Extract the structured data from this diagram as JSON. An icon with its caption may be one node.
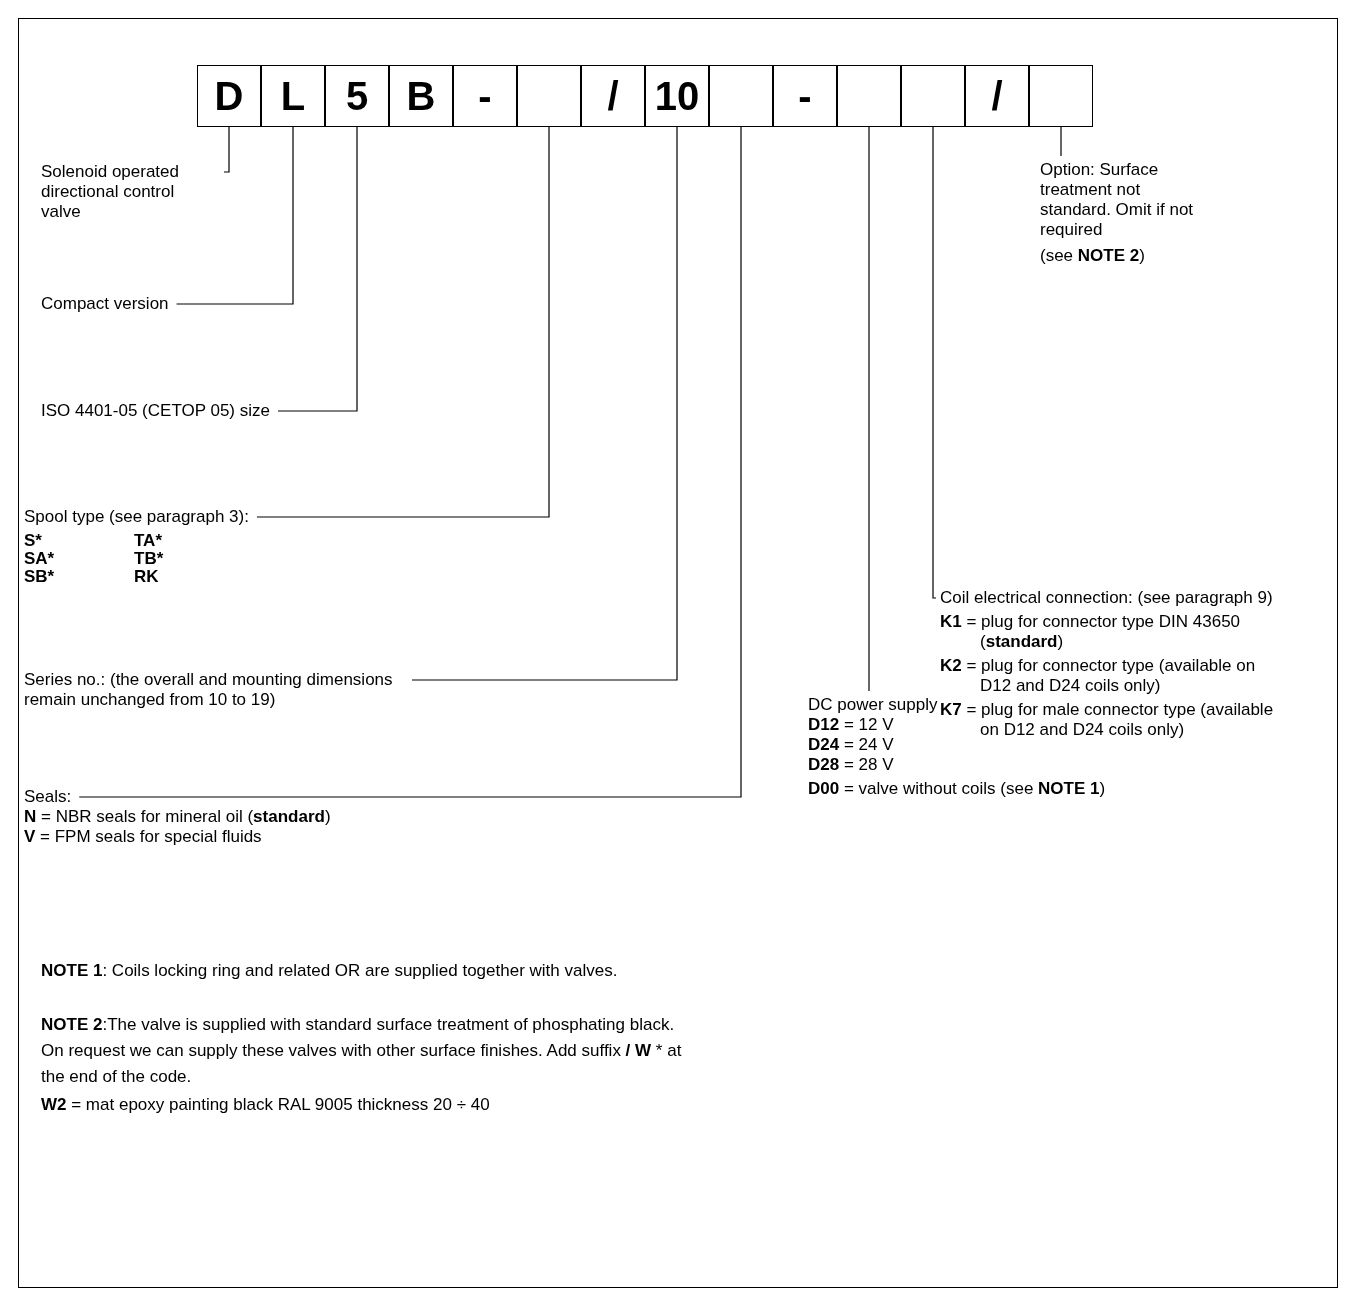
{
  "diagram": {
    "nodes": [
      {
        "text": [
          "D"
        ]
      },
      {
        "text": [
          "L"
        ]
      },
      {
        "text": [
          "5"
        ]
      },
      {
        "text": [
          "B"
        ]
      },
      {
        "text": [
          "-"
        ]
      },
      {
        "text": [],
        "shape": "box"
      },
      {
        "text": [
          "/"
        ]
      },
      {
        "text": [
          "10"
        ]
      },
      {
        "text": [],
        "shape": "box"
      },
      {
        "text": [
          "-"
        ]
      },
      {
        "text": [],
        "shape": "box"
      },
      {
        "text": [],
        "shape": "box"
      },
      {
        "text": [
          "/"
        ]
      },
      {
        "text": [],
        "shape": "box"
      },
      {
        "text": [
          "Solenoid operated directional control valve"
        ]
      },
      {
        "text": [
          "Compact version"
        ]
      },
      {
        "text": [
          "ISO 4401-05 (CETOP 05) size"
        ]
      },
      {
        "text": [
          "Spool type (see paragraph 3):",
          "S*",
          "SA*",
          "SB*",
          "TA*",
          "TB*",
          "RK"
        ]
      },
      {
        "text": [
          "Series no.: (the overall and mounting dimensions remain unchanged from 10 to 19)"
        ]
      },
      {
        "text": [
          "Seals:",
          "**N** = NBR seals for mineral oil (**standard**)",
          "**V** = FPM seals for special fluids"
        ]
      },
      {
        "text": [
          "DC power supply",
          "**D12** = 12 V",
          "**D24** = 24 V",
          "**D28** = 28 V",
          "**D00** = valve without coils (see **NOTE 1**)"
        ]
      },
      {
        "text": [
          "Coil electrical connection: (see paragraph 9)",
          "**K1** = plug for connector type DIN 43650 (**standard**)",
          "**K2** = plug for connector type (available on D12 and D24 coils only)",
          "**K7** = plug for male connector type (available on D12 and D24 coils only)"
        ]
      },
      {
        "text": [
          "Option: Surface treatment not standard. Omit if not required",
          "(see **NOTE 2**)"
        ]
      }
    ],
    "edges": [
      {
        "from": 14,
        "to": 0,
        "arrow": "none"
      },
      {
        "from": 15,
        "to": 1,
        "arrow": "none"
      },
      {
        "from": 16,
        "to": 2,
        "arrow": "none"
      },
      {
        "from": 17,
        "to": 5,
        "arrow": "none"
      },
      {
        "from": 18,
        "to": 7,
        "arrow": "none"
      },
      {
        "from": 19,
        "to": 8,
        "arrow": "none"
      },
      {
        "from": 20,
        "to": 10,
        "arrow": "none"
      },
      {
        "from": 21,
        "to": 11,
        "arrow": "none"
      },
      {
        "from": 22,
        "to": 13,
        "arrow": "none"
      }
    ],
    "labels": [
      "**NOTE 1**: Coils locking ring and related OR are supplied together with valves.",
      "**NOTE 2**:The valve is supplied with standard surface treatment of phosphating black. On request we can supply these valves with other surface finishes. Add suffix **/ W** * at the end of the code.",
      "**W2** = mat epoxy painting black RAL 9005 thickness 20 ÷ 40"
    ]
  }
}
